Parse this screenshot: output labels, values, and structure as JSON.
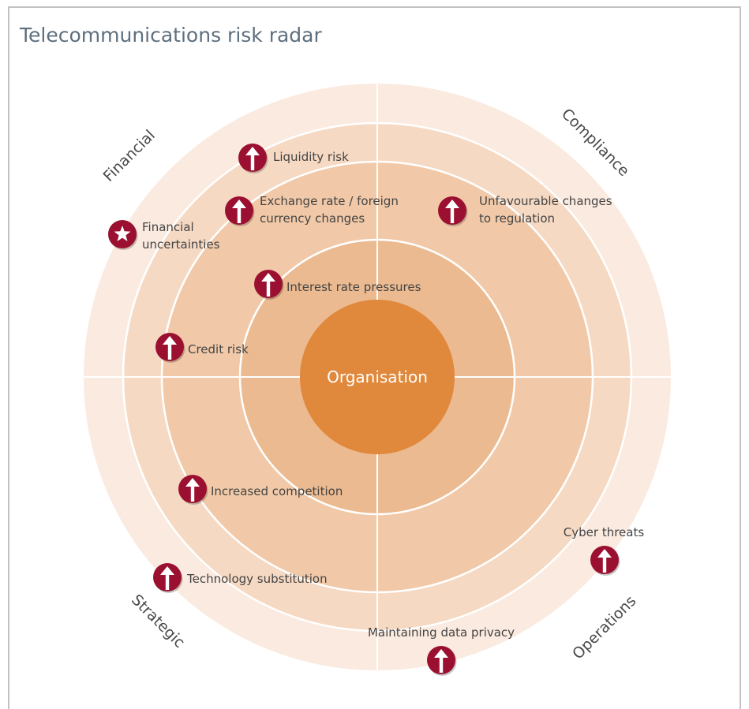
{
  "title": "Telecommunications risk radar",
  "center_label": "Organisation",
  "quadrants": {
    "financial": "Financial",
    "compliance": "Compliance",
    "strategic": "Strategic",
    "operations": "Operations"
  },
  "risks": [
    {
      "id": "liquidity",
      "lines": [
        "Liquidity risk"
      ],
      "trend": "increasing"
    },
    {
      "id": "exchange",
      "lines": [
        "Exchange rate / foreign",
        "currency changes"
      ],
      "trend": "increasing"
    },
    {
      "id": "financial-uncertainties",
      "lines": [
        "Financial",
        "uncertainties"
      ],
      "trend": "new"
    },
    {
      "id": "interest",
      "lines": [
        "Interest rate pressures"
      ],
      "trend": "increasing"
    },
    {
      "id": "credit",
      "lines": [
        "Credit risk"
      ],
      "trend": "increasing"
    },
    {
      "id": "regulation",
      "lines": [
        "Unfavourable changes",
        "to regulation"
      ],
      "trend": "increasing"
    },
    {
      "id": "competition",
      "lines": [
        "Increased competition"
      ],
      "trend": "increasing"
    },
    {
      "id": "technology",
      "lines": [
        "Technology substitution"
      ],
      "trend": "increasing"
    },
    {
      "id": "cyber",
      "lines": [
        "Cyber threats"
      ],
      "trend": "increasing"
    },
    {
      "id": "privacy",
      "lines": [
        "Maintaining data privacy"
      ],
      "trend": "increasing"
    }
  ],
  "colors": {
    "ring1": "#fbeadf",
    "ring2": "#f6d9c3",
    "ring3": "#f1c9a8",
    "ring4": "#ebba90",
    "core": "#e0883b",
    "marker": "#9b1030",
    "title": "#5e6f7e"
  }
}
